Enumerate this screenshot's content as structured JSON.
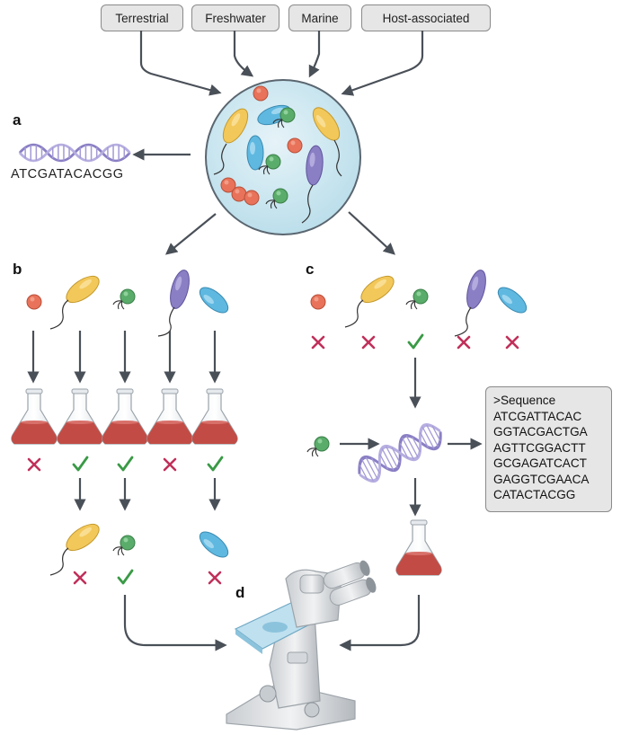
{
  "sources": [
    "Terrestrial",
    "Freshwater",
    "Marine",
    "Host-associated"
  ],
  "panels": {
    "a": "a",
    "b": "b",
    "c": "c",
    "d": "d"
  },
  "dna_sequence_short": "ATCGATACACGG",
  "sequence_box": {
    "header": ">Sequence",
    "lines": [
      "ATCGATTACAC",
      "GGTACGACTGA",
      "AGTTCGGACTT",
      "GCGAGATCACT",
      "GAGGTCGAACA",
      "CATACTACGG"
    ]
  },
  "colors": {
    "arrow": "#4a5058",
    "cross": "#c0305a",
    "check": "#3a9a46",
    "flask_liquid": "#c24c45",
    "sample_circle": "#cfe6f0",
    "yellow_cell": "#f3c85a",
    "blue_cell": "#5fb8e0",
    "purple_cell": "#8a7fc4",
    "green_cell": "#5aac6a",
    "orange_cell": "#e8735a"
  },
  "icons": [
    "dna-helix-icon",
    "flask-icon",
    "microscope-icon",
    "cross-icon",
    "check-icon"
  ]
}
